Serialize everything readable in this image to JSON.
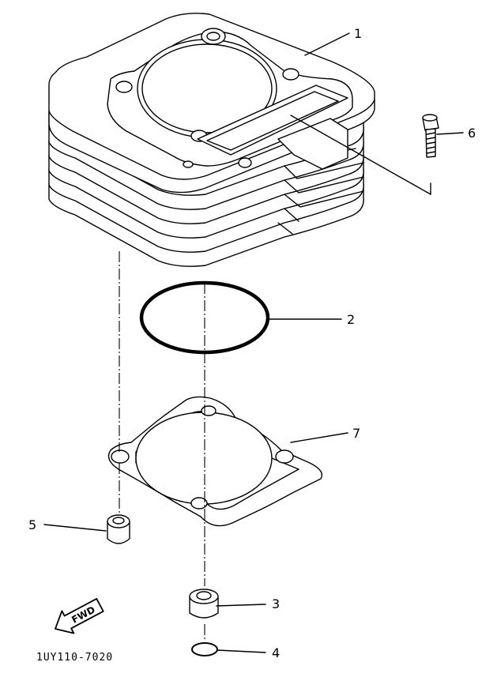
{
  "callouts": [
    {
      "id": "1",
      "label": "1",
      "part": "cylinder"
    },
    {
      "id": "2",
      "label": "2",
      "part": "o-ring"
    },
    {
      "id": "3",
      "label": "3",
      "part": "dowel-pin"
    },
    {
      "id": "4",
      "label": "4",
      "part": "o-ring-small"
    },
    {
      "id": "5",
      "label": "5",
      "part": "dowel-pin"
    },
    {
      "id": "6",
      "label": "6",
      "part": "bolt"
    },
    {
      "id": "7",
      "label": "7",
      "part": "gasket"
    }
  ],
  "direction_marker": {
    "text": "FWD",
    "icon": "fwd-arrow-icon"
  },
  "diagram_code": "1UY110-7020"
}
